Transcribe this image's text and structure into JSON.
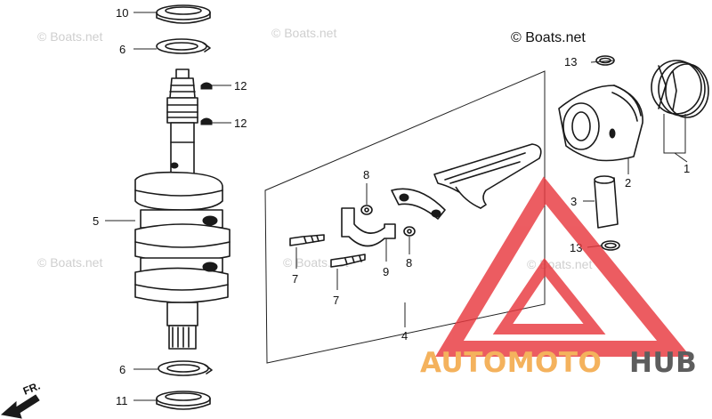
{
  "copyright": "© Boats.net",
  "watermark_text": "© Boats.net",
  "direction_label": "FR.",
  "callouts": {
    "c1": "1",
    "c2": "2",
    "c3": "3",
    "c4": "4",
    "c5": "5",
    "c6a": "6",
    "c6b": "6",
    "c7a": "7",
    "c7b": "7",
    "c8a": "8",
    "c8b": "8",
    "c9": "9",
    "c10": "10",
    "c11": "11",
    "c12a": "12",
    "c12b": "12",
    "c13a": "13",
    "c13b": "13"
  },
  "logo": {
    "text_left": "AUTOMOTO",
    "text_right": "HUB",
    "colors": {
      "orange": "#f2a23a",
      "red": "#e8393f",
      "dark": "#3a3a3a"
    }
  }
}
